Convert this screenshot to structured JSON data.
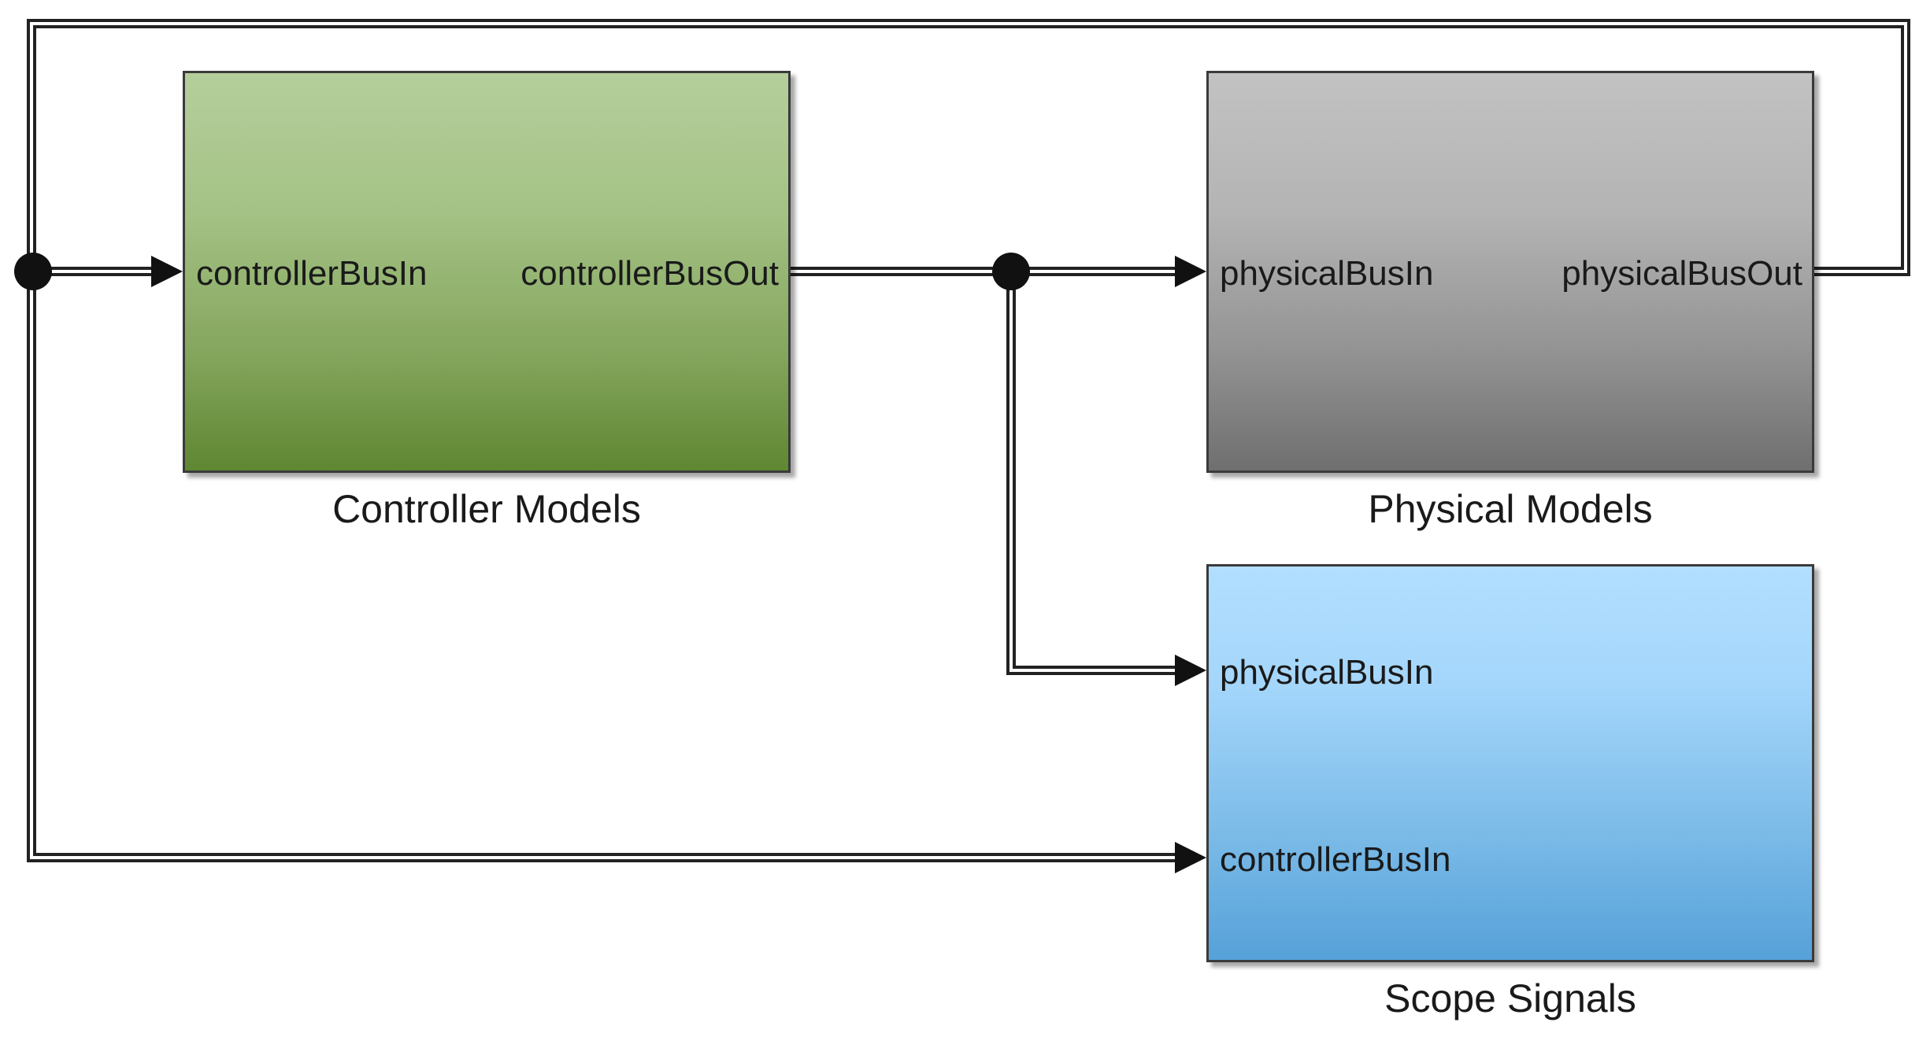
{
  "diagram": {
    "blocks": {
      "controller": {
        "title": "Controller Models",
        "input_port": "controllerBusIn",
        "output_port": "controllerBusOut",
        "color": "#8fb36a"
      },
      "physical": {
        "title": "Physical Models",
        "input_port": "physicalBusIn",
        "output_port": "physicalBusOut",
        "color": "#a0a0a0"
      },
      "scope": {
        "title": "Scope Signals",
        "input_port_1": "physicalBusIn",
        "input_port_2": "controllerBusIn",
        "color": "#8cc8f0"
      }
    },
    "connections": [
      {
        "from": "controllerBusOut",
        "to": "Physical Models.physicalBusIn"
      },
      {
        "from": "controllerBusOut",
        "to": "Scope Signals.physicalBusIn"
      },
      {
        "from": "physicalBusOut",
        "to": "Controller Models.controllerBusIn"
      },
      {
        "from": "physicalBusOut",
        "to": "Scope Signals.controllerBusIn"
      }
    ]
  }
}
